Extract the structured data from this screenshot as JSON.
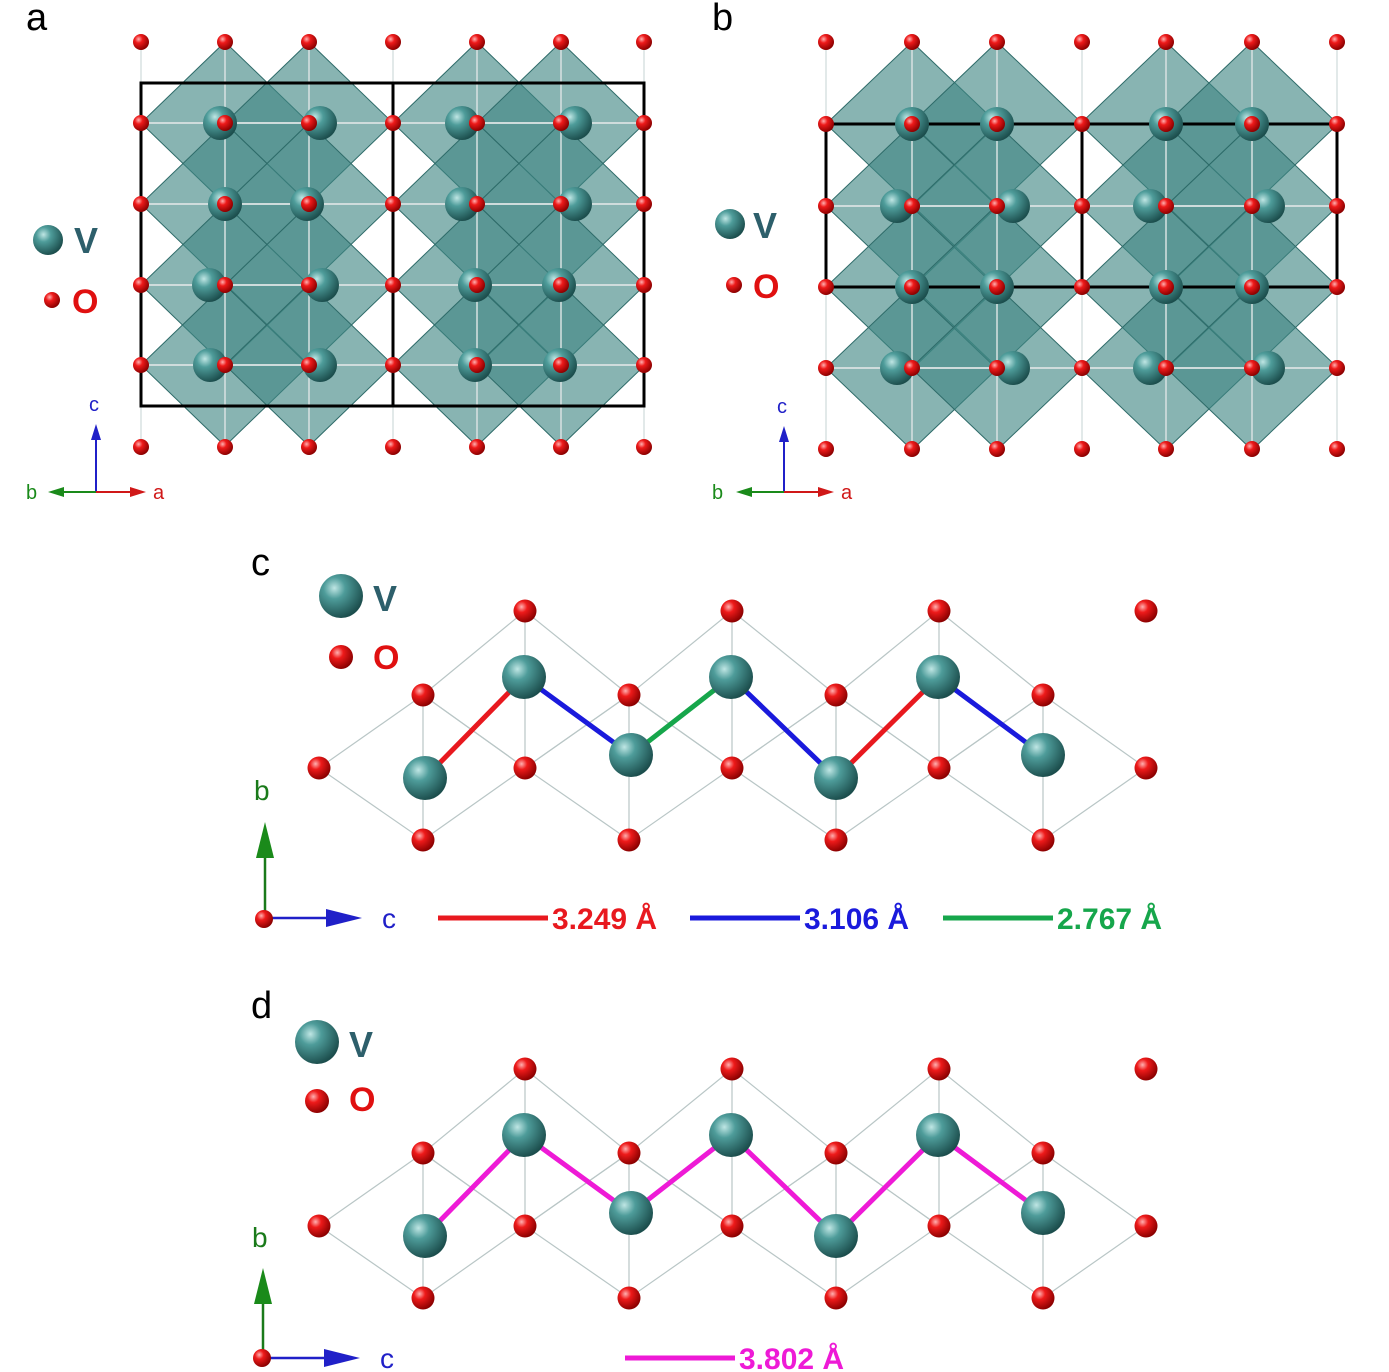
{
  "panels": [
    {
      "label": "a",
      "legend": {
        "v": "V",
        "o": "O"
      },
      "axes": {
        "vertical": "c",
        "left": "b",
        "right": "a"
      }
    },
    {
      "label": "b",
      "legend": {
        "v": "V",
        "o": "O"
      },
      "axes": {
        "vertical": "c",
        "left": "b",
        "right": "a"
      }
    },
    {
      "label": "c",
      "legend": {
        "v": "V",
        "o": "O"
      },
      "axes": {
        "vertical": "b",
        "right": "c"
      },
      "distances": [
        {
          "value": "3.249 Å",
          "color": "#e8191f"
        },
        {
          "value": "3.106 Å",
          "color": "#1a1adc"
        },
        {
          "value": "2.767 Å",
          "color": "#16a64b"
        }
      ]
    },
    {
      "label": "d",
      "legend": {
        "v": "V",
        "o": "O"
      },
      "axes": {
        "vertical": "b",
        "right": "c"
      },
      "distances": [
        {
          "value": "3.802 Å",
          "color": "#ee1ad6"
        }
      ]
    }
  ],
  "colors": {
    "vanadium": "#3d8b8b",
    "oxygen": "#e01010",
    "octahedron": "#3f8683",
    "axis_a": "#d01818",
    "axis_b": "#1a8a1a",
    "axis_c": "#2020c8",
    "cell": "#000000"
  }
}
